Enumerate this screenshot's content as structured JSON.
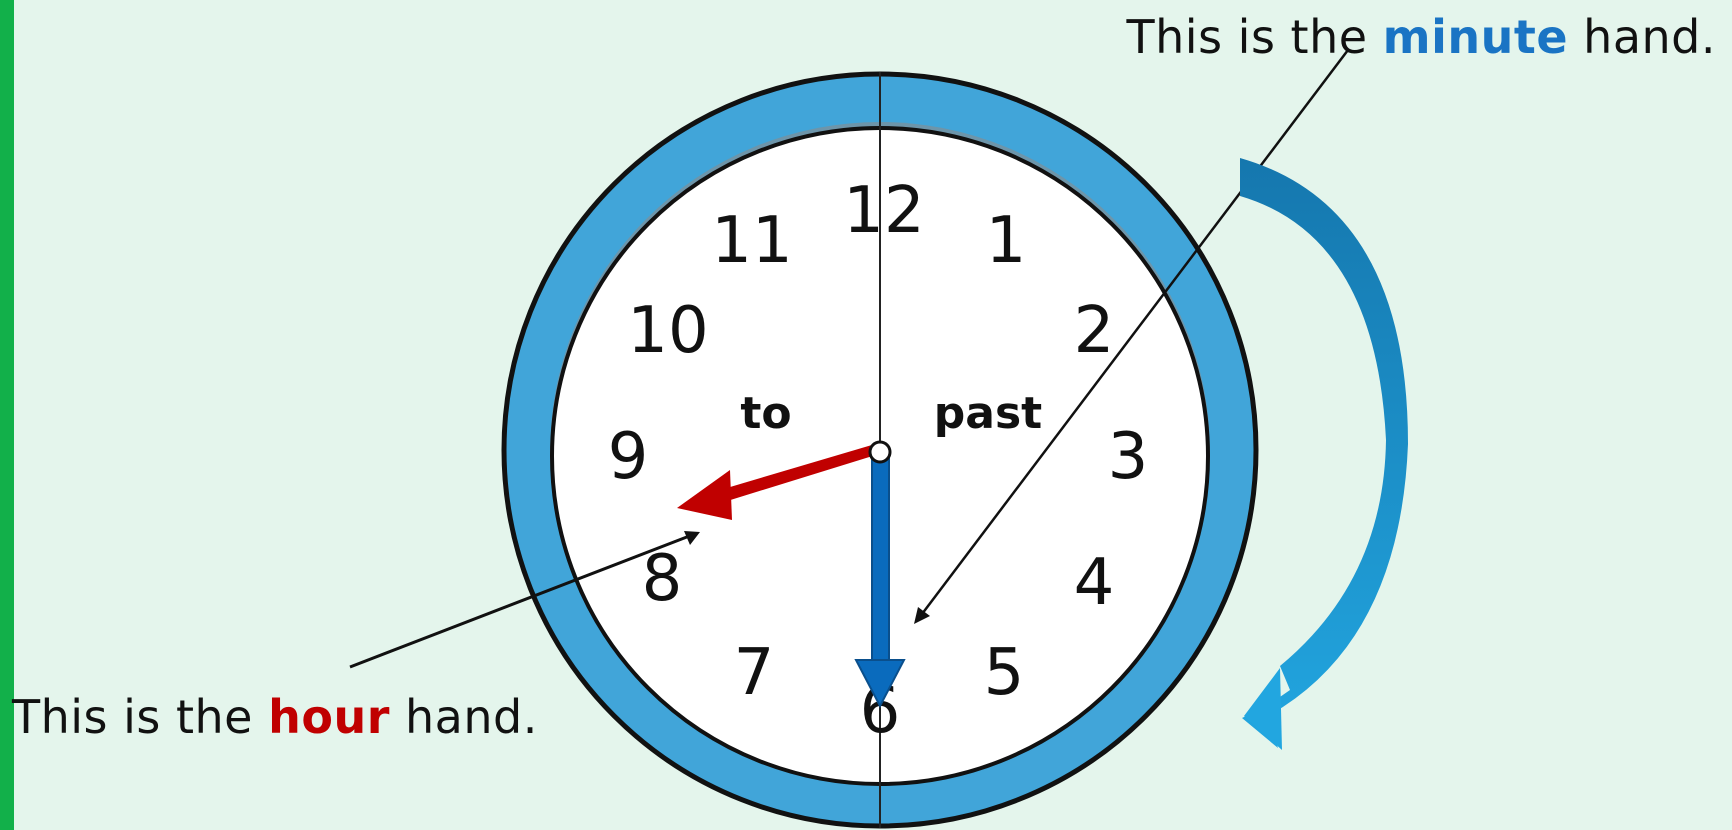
{
  "colors": {
    "background": "#e4f5ec",
    "accent_bar": "#12b04a",
    "clock_rim": "#41a5d9",
    "minute_hand": "#0a6bbd",
    "hour_hand": "#c00000",
    "minute_keyword": "#1a74c4",
    "hour_keyword": "#c00000",
    "direction_arrow": "#1a8fd0"
  },
  "captions": {
    "minute": {
      "prefix": "This is the ",
      "keyword": "minute",
      "suffix": " hand."
    },
    "hour": {
      "prefix": "This is the ",
      "keyword": "hour",
      "suffix": " hand."
    }
  },
  "clock": {
    "numerals": [
      "12",
      "1",
      "2",
      "3",
      "4",
      "5",
      "6",
      "7",
      "8",
      "9",
      "10",
      "11"
    ],
    "half_labels": {
      "left": "to",
      "right": "past"
    },
    "hands": {
      "minute": {
        "name": "minute",
        "points_to": "6",
        "color": "#0a6bbd"
      },
      "hour": {
        "name": "hour",
        "points_to": "between 8 and 9",
        "color": "#c00000"
      }
    }
  },
  "icons": {
    "direction_arrow": "clockwise-arrow-icon"
  }
}
